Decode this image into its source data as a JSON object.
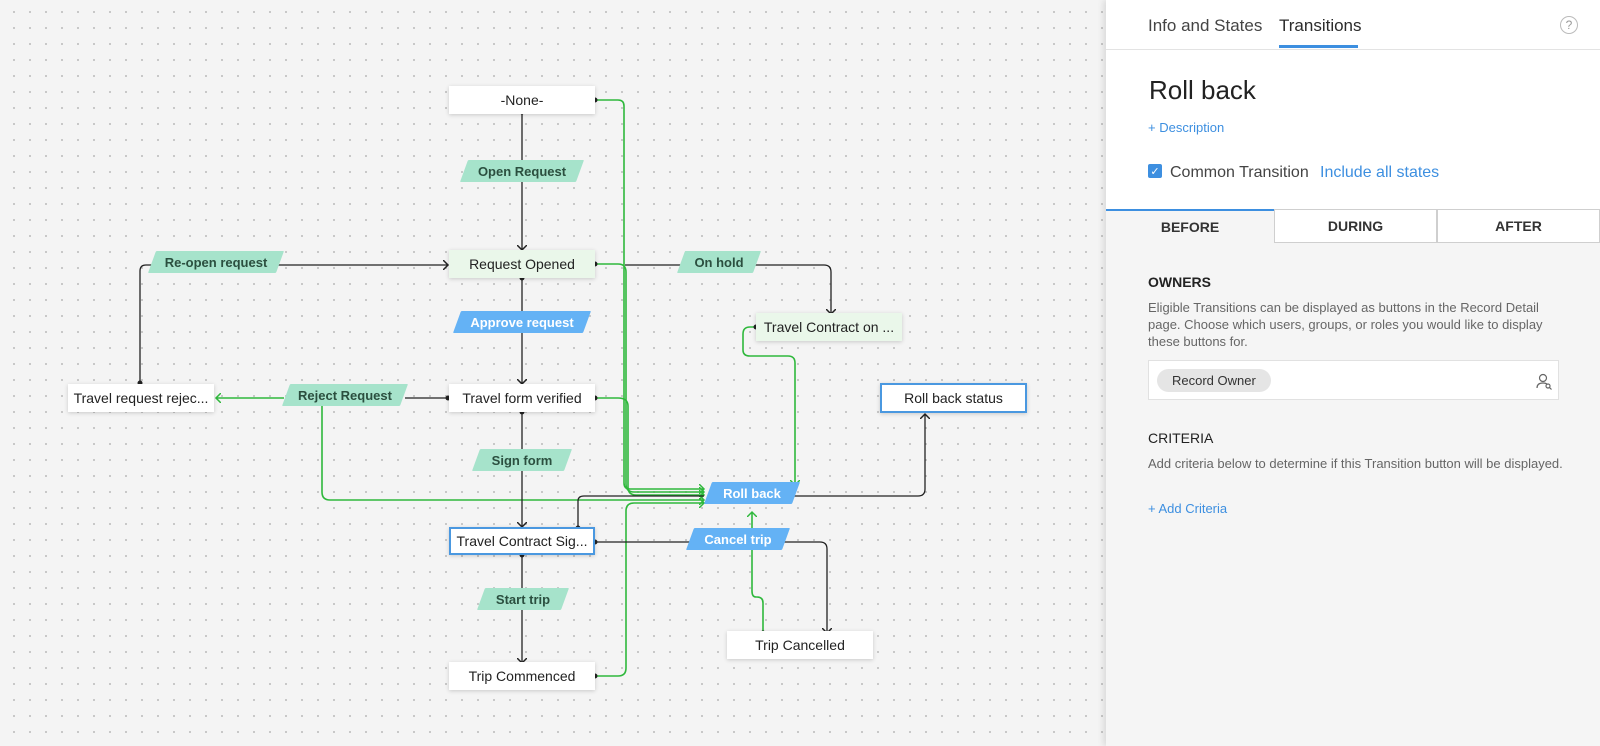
{
  "diagram": {
    "states": [
      {
        "id": "none",
        "label": "-None-"
      },
      {
        "id": "request-opened",
        "label": "Request Opened"
      },
      {
        "id": "travel-form-verified",
        "label": "Travel form verified"
      },
      {
        "id": "travel-contract-signed",
        "label": "Travel Contract Sig..."
      },
      {
        "id": "trip-commenced",
        "label": "Trip Commenced"
      },
      {
        "id": "travel-request-rejected",
        "label": "Travel request rejec..."
      },
      {
        "id": "travel-contract-on-hold",
        "label": "Travel Contract on ..."
      },
      {
        "id": "roll-back-status",
        "label": "Roll back status"
      },
      {
        "id": "trip-cancelled",
        "label": "Trip Cancelled"
      }
    ],
    "transitions": [
      {
        "id": "open-request",
        "label": "Open Request",
        "kind": "single"
      },
      {
        "id": "re-open-request",
        "label": "Re-open request",
        "kind": "single"
      },
      {
        "id": "approve-request",
        "label": "Approve request",
        "kind": "common"
      },
      {
        "id": "on-hold",
        "label": "On hold",
        "kind": "single"
      },
      {
        "id": "reject-request",
        "label": "Reject Request",
        "kind": "single"
      },
      {
        "id": "sign-form",
        "label": "Sign form",
        "kind": "single"
      },
      {
        "id": "roll-back",
        "label": "Roll back",
        "kind": "common"
      },
      {
        "id": "cancel-trip",
        "label": "Cancel trip",
        "kind": "common"
      },
      {
        "id": "start-trip",
        "label": "Start trip",
        "kind": "single"
      }
    ],
    "colors": {
      "highlight_link": "#2fb83c",
      "link": "#222222",
      "single_transition": "#a6e3cb",
      "common_transition": "#64b2f5",
      "selected_border": "#4a98e0"
    }
  },
  "panel": {
    "tabs": [
      "Info and States",
      "Transitions"
    ],
    "active_tab": "Transitions",
    "help_icon": "?",
    "title": "Roll back",
    "description_link": "+ Description",
    "common_transition_label": "Common Transition",
    "common_transition_checked": true,
    "include_all_states": "Include all states",
    "phases": [
      "BEFORE",
      "DURING",
      "AFTER"
    ],
    "active_phase": "BEFORE",
    "owners": {
      "title": "OWNERS",
      "text": "Eligible Transitions can be displayed as buttons in the Record Detail page. Choose which users, groups, or roles you would like to display these buttons for.",
      "chip": "Record Owner"
    },
    "criteria": {
      "title": "CRITERIA",
      "text": "Add criteria below to determine if this Transition button will be displayed.",
      "add_link": "+ Add Criteria"
    },
    "accent_color": "#3d8fe0"
  }
}
